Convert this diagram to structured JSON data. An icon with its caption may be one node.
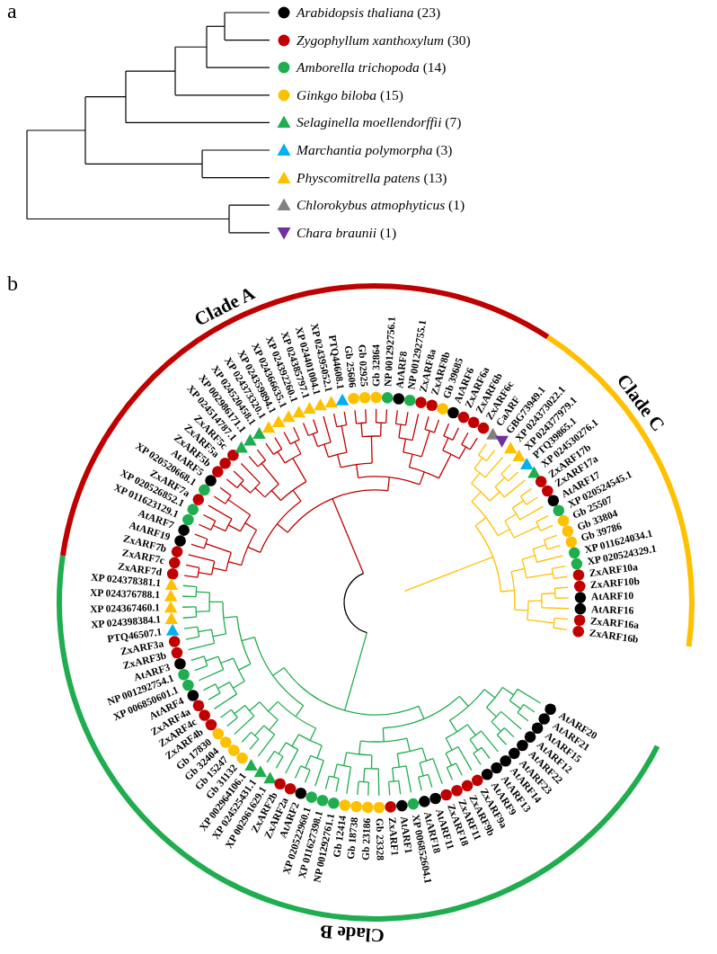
{
  "diagram": {
    "labels": [
      "a",
      "b",
      "Clade A",
      "Clade C",
      "Clade B",
      "ZxARF7d",
      "ZxARF7c",
      "ZxARF7b",
      "AtARF19",
      "AtARF7",
      "XP 011623129.1",
      "XP 020526852.1",
      "ZxARF7a",
      "XP 020520668.1",
      "AtARF5",
      "ZxARF5b",
      "ZxARF5a",
      "ZxARF5c",
      "XP 024514787.1",
      "XP 002986171.1",
      "XP 024520458.1",
      "XP 024373320.1",
      "XP 024359894.1",
      "XP 024366635.1",
      "XP 024392260.1",
      "XP 024385797.1",
      "XP 024401004.1",
      "XP 024395052.1",
      "PTQ44608.1",
      "Gb 25606",
      "Gb 02925",
      "Gb 32864",
      "NP 001292756.1",
      "AtARF8",
      "NP 001292755.1",
      "ZxARF8a",
      "ZxARF8b",
      "Gb 39685",
      "AtARF6",
      "ZxARF6a",
      "ZxARF6b",
      "ZxARF6c",
      "CaARF",
      "GBG73949.1",
      "XP 024373022.1",
      "XP 024377979.1",
      "PTQ39865.1",
      "XP 024530276.1",
      "ZxARF17b",
      "ZxARF17a",
      "AtARF17",
      "XP 020524545.1",
      "Gb 25507",
      "Gb 33804",
      "Gb 39786",
      "XP 011624034.1",
      "XP 020524329.1",
      "ZxARF10a",
      "ZxARF10b",
      "AtARF10",
      "AtARF16",
      "ZxARF16a",
      "ZxARF16b",
      "XP 024378381.1",
      "XP 024376788.1",
      "XP 024367460.1",
      "XP 024398384.1",
      "PTQ46507.1",
      "ZxARF3a",
      "ZxARF3b",
      "AtARF3",
      "NP 001292754.1",
      "XP 006850601.1",
      "AtARF4",
      "ZxARF4a",
      "ZxARF4c",
      "ZxARF4b",
      "Gb 17830",
      "Gb 32404",
      "Gb 15247",
      "Gb 31132",
      "XP 002964106.1",
      "XP 024525431.1",
      "XP 002961629.1",
      "ZxARF2b",
      "ZxARF2a",
      "AtARF2",
      "XP 020522960.1",
      "XP 011627398.1",
      "NP 001292761.1",
      "Gb 12414",
      "Gb 18738",
      "Gb 23186",
      "Gb 23328",
      "ZxARF1",
      "AtARF1",
      "XP 006852604.1",
      "AtARF18",
      "AtARF11",
      "ZxARF18",
      "ZxARF11",
      "ZxARF9b",
      "ZxARF9a",
      "AtARF9",
      "AtARF13",
      "AtARF14",
      "AtARF23",
      "AtARF22",
      "AtARF12",
      "AtARF15",
      "AtARF21",
      "AtARF20"
    ],
    "legend": [
      {
        "text": "*Arabidopsis thaliana* (23)",
        "color": "#000000"
      },
      {
        "text": "*Zygophyllum xanthoxylum* (30)",
        "color": "#c00000"
      },
      {
        "text": "*Amborella trichopoda* (14)",
        "color": "#1fad4f"
      },
      {
        "text": "*Ginkgo biloba* (15)",
        "color": "#ffc000"
      },
      {
        "text": "*Selaginella moellendorffii* (7)",
        "color": "#1fad4f"
      },
      {
        "text": "*Marchantia polymorpha* (3)",
        "color": "#00b0f0"
      },
      {
        "text": "*Physcomitrella patens* (13)",
        "color": "#ffc000"
      },
      {
        "text": "*Chlorokybus atmophyticus* (1)",
        "color": "#808080"
      },
      {
        "text": "*Chara braunii* (1)",
        "color": "#7030a0"
      }
    ]
  }
}
